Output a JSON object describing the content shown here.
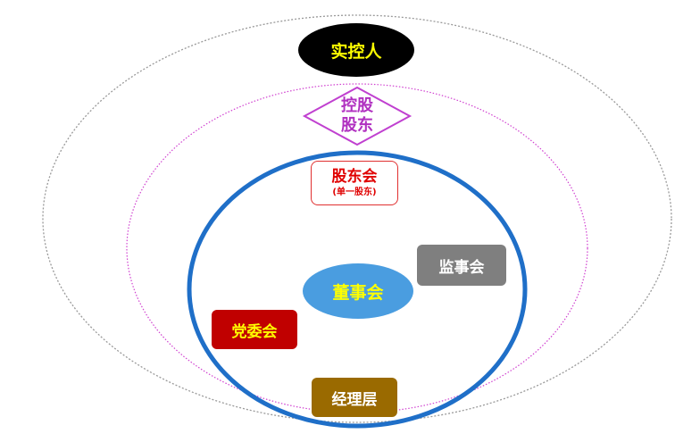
{
  "nodes": {
    "controller": "实控人",
    "controlling_shareholder": [
      "控股",
      "股东"
    ],
    "shareholders_meeting": "股东会",
    "shareholders_meeting_note": "(单一股东)",
    "board": "董事会",
    "supervisors": "监事会",
    "party_committee": "党委会",
    "management": "经理层"
  },
  "colors": {
    "outer_ring": "#999999",
    "middle_ring": "#d040d0",
    "inner_ring": "#1f6fc8",
    "controller_bg": "#000000",
    "board_bg": "#4a9de0",
    "supervisors_bg": "#7f7f7f",
    "party_bg": "#c00000",
    "management_bg": "#9a6a00",
    "yellow_text": "#ffff00",
    "red_text": "#e00000",
    "purple_text": "#b030c0"
  }
}
